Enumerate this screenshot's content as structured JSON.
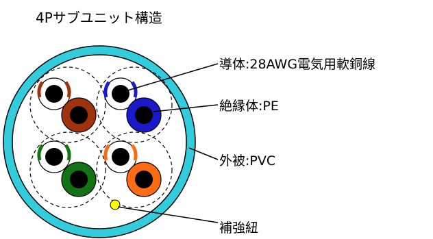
{
  "title": "4Pサブユニット構造",
  "labels": {
    "conductor": "導体:28AWG電気用軟銅線",
    "insulator": "絶縁体:PE",
    "sheath": "外被:PVC",
    "filler": "補強紐"
  },
  "colors": {
    "sheath": "#33ccdd",
    "brown": "#a0330e",
    "blue": "#1a1acc",
    "green": "#127312",
    "orange": "#ff6a14",
    "filler": "#ffff00",
    "conductor": "#000000"
  },
  "pairs": [
    {
      "name": "brown-pair",
      "color": "brown"
    },
    {
      "name": "blue-pair",
      "color": "blue"
    },
    {
      "name": "green-pair",
      "color": "green"
    },
    {
      "name": "orange-pair",
      "color": "orange"
    }
  ]
}
